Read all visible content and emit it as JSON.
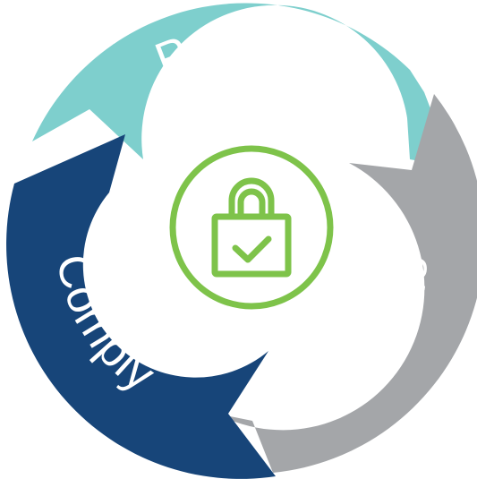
{
  "segments": [
    {
      "id": "protect",
      "label": "Protect",
      "color": "#7ecfcd"
    },
    {
      "id": "enable",
      "label": "Enable",
      "color": "#a4a6a9"
    },
    {
      "id": "comply",
      "label": "Comply",
      "color": "#174579"
    }
  ],
  "center": {
    "icon": "padlock-check-icon",
    "color": "#7ec34a"
  }
}
